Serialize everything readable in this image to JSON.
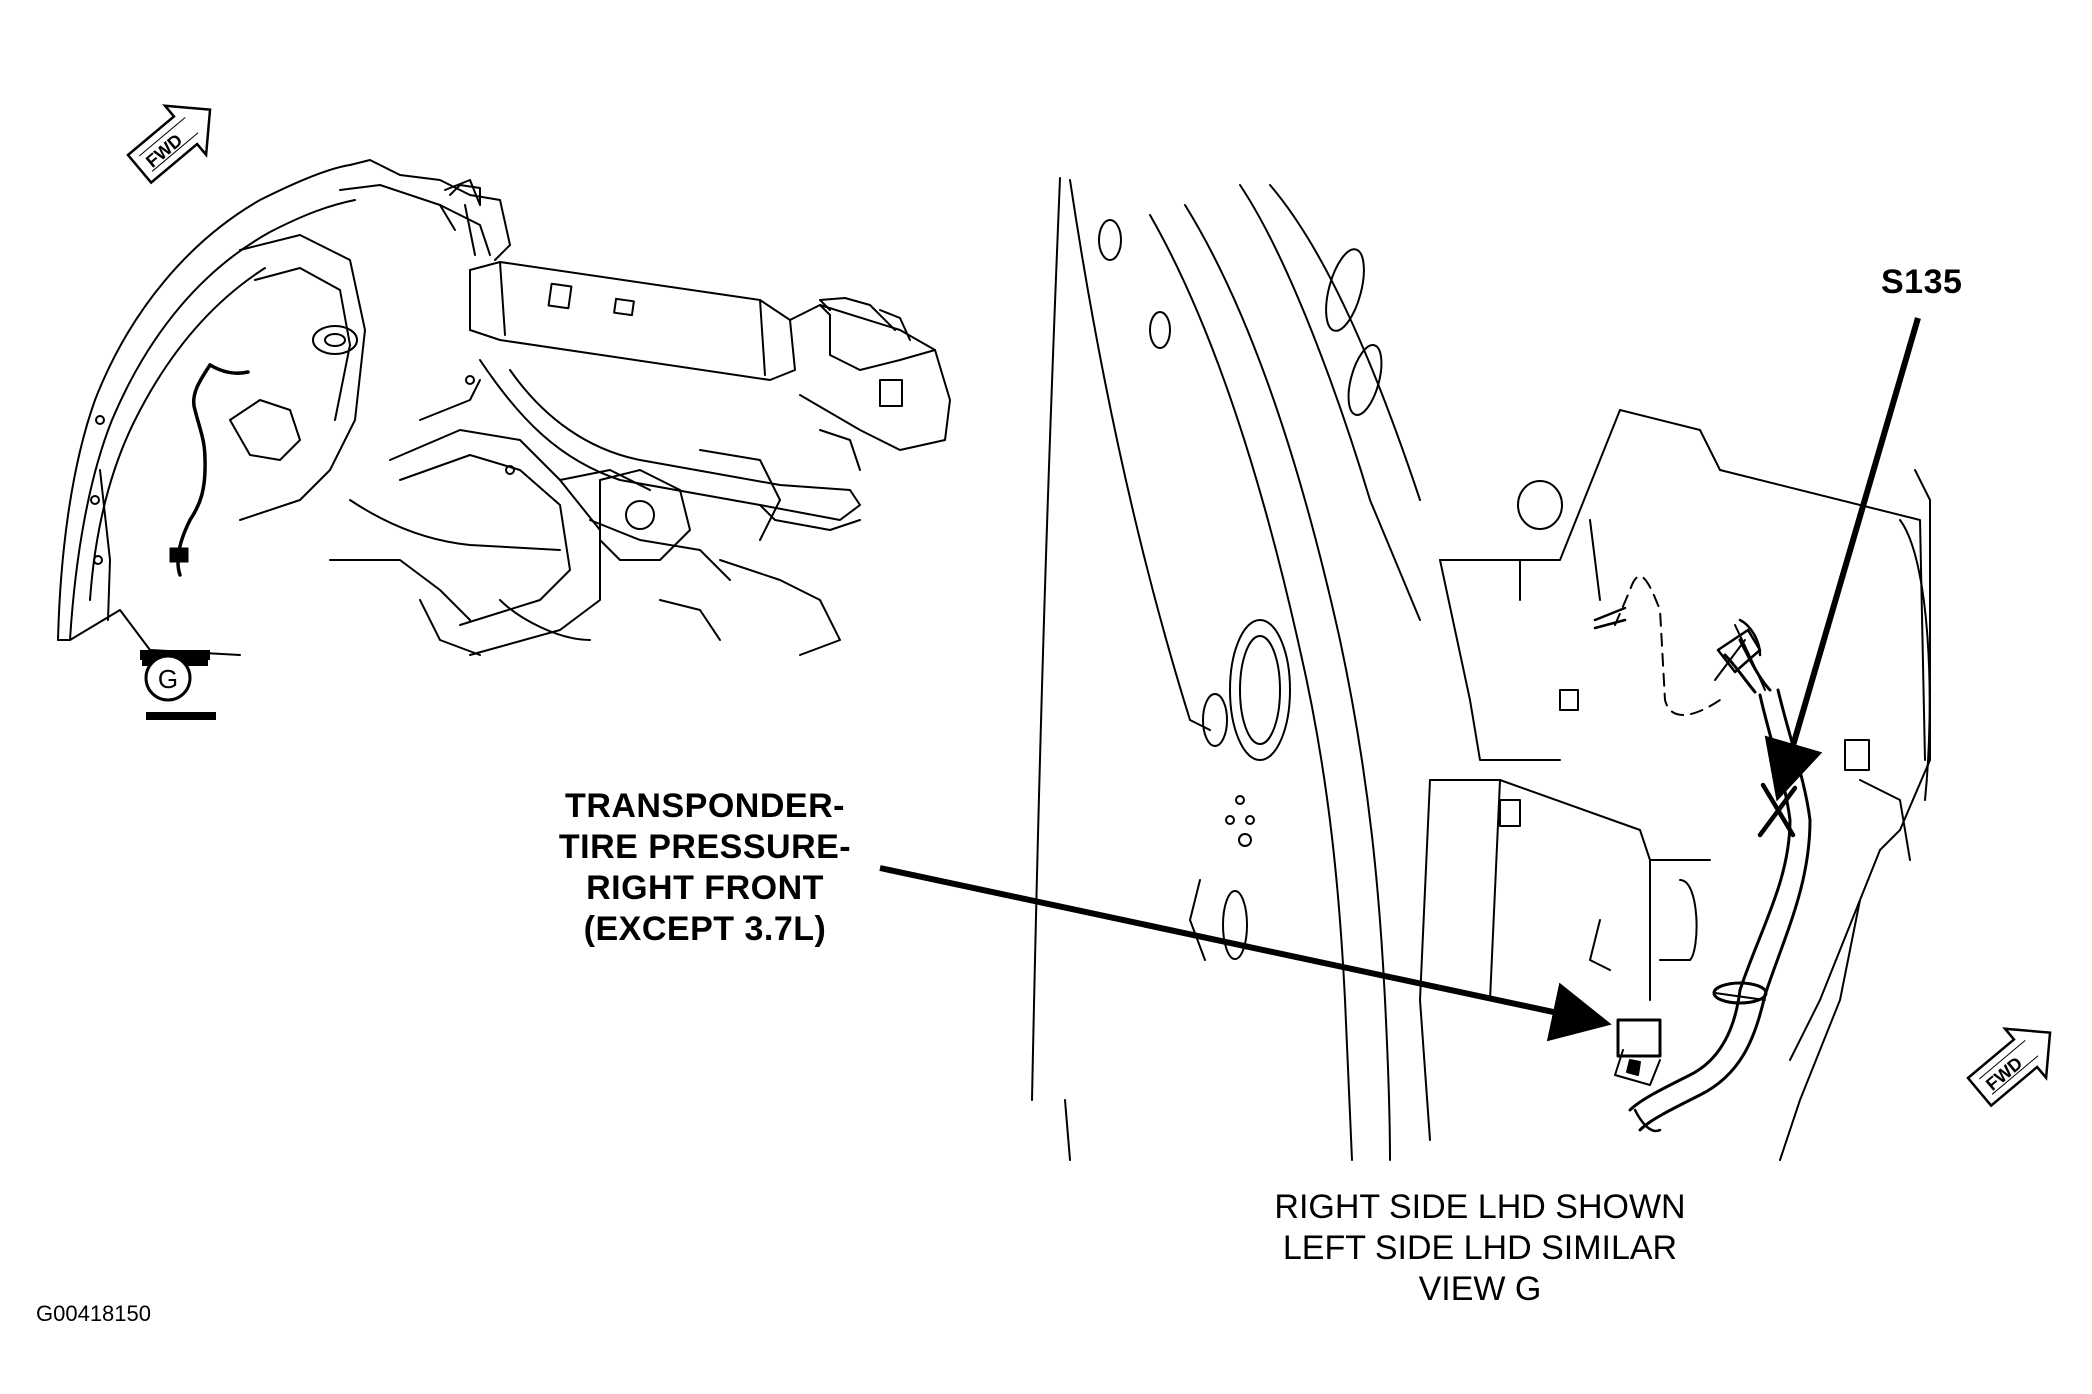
{
  "callout": {
    "splice": "S135",
    "component_lines": [
      "TRANSPONDER-",
      "TIRE PRESSURE-",
      "RIGHT FRONT",
      "(EXCEPT 3.7L)"
    ]
  },
  "caption_lines": [
    "RIGHT SIDE LHD SHOWN",
    "LEFT SIDE LHD SIMILAR",
    "VIEW G"
  ],
  "view_marker": "G",
  "fwd_label": "FWD",
  "figure_id": "G00418150"
}
